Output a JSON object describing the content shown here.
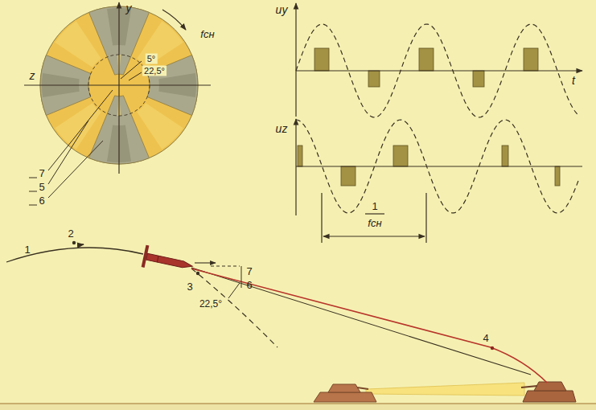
{
  "diagram": {
    "labels": [
      "y",
      "z",
      "fсн",
      "5°",
      "22,5°",
      "7",
      "5",
      "6",
      "uy",
      "t",
      "uz",
      "1",
      "fсн",
      "1",
      "2",
      "3",
      "7",
      "6",
      "22,5°",
      "4"
    ]
  }
}
